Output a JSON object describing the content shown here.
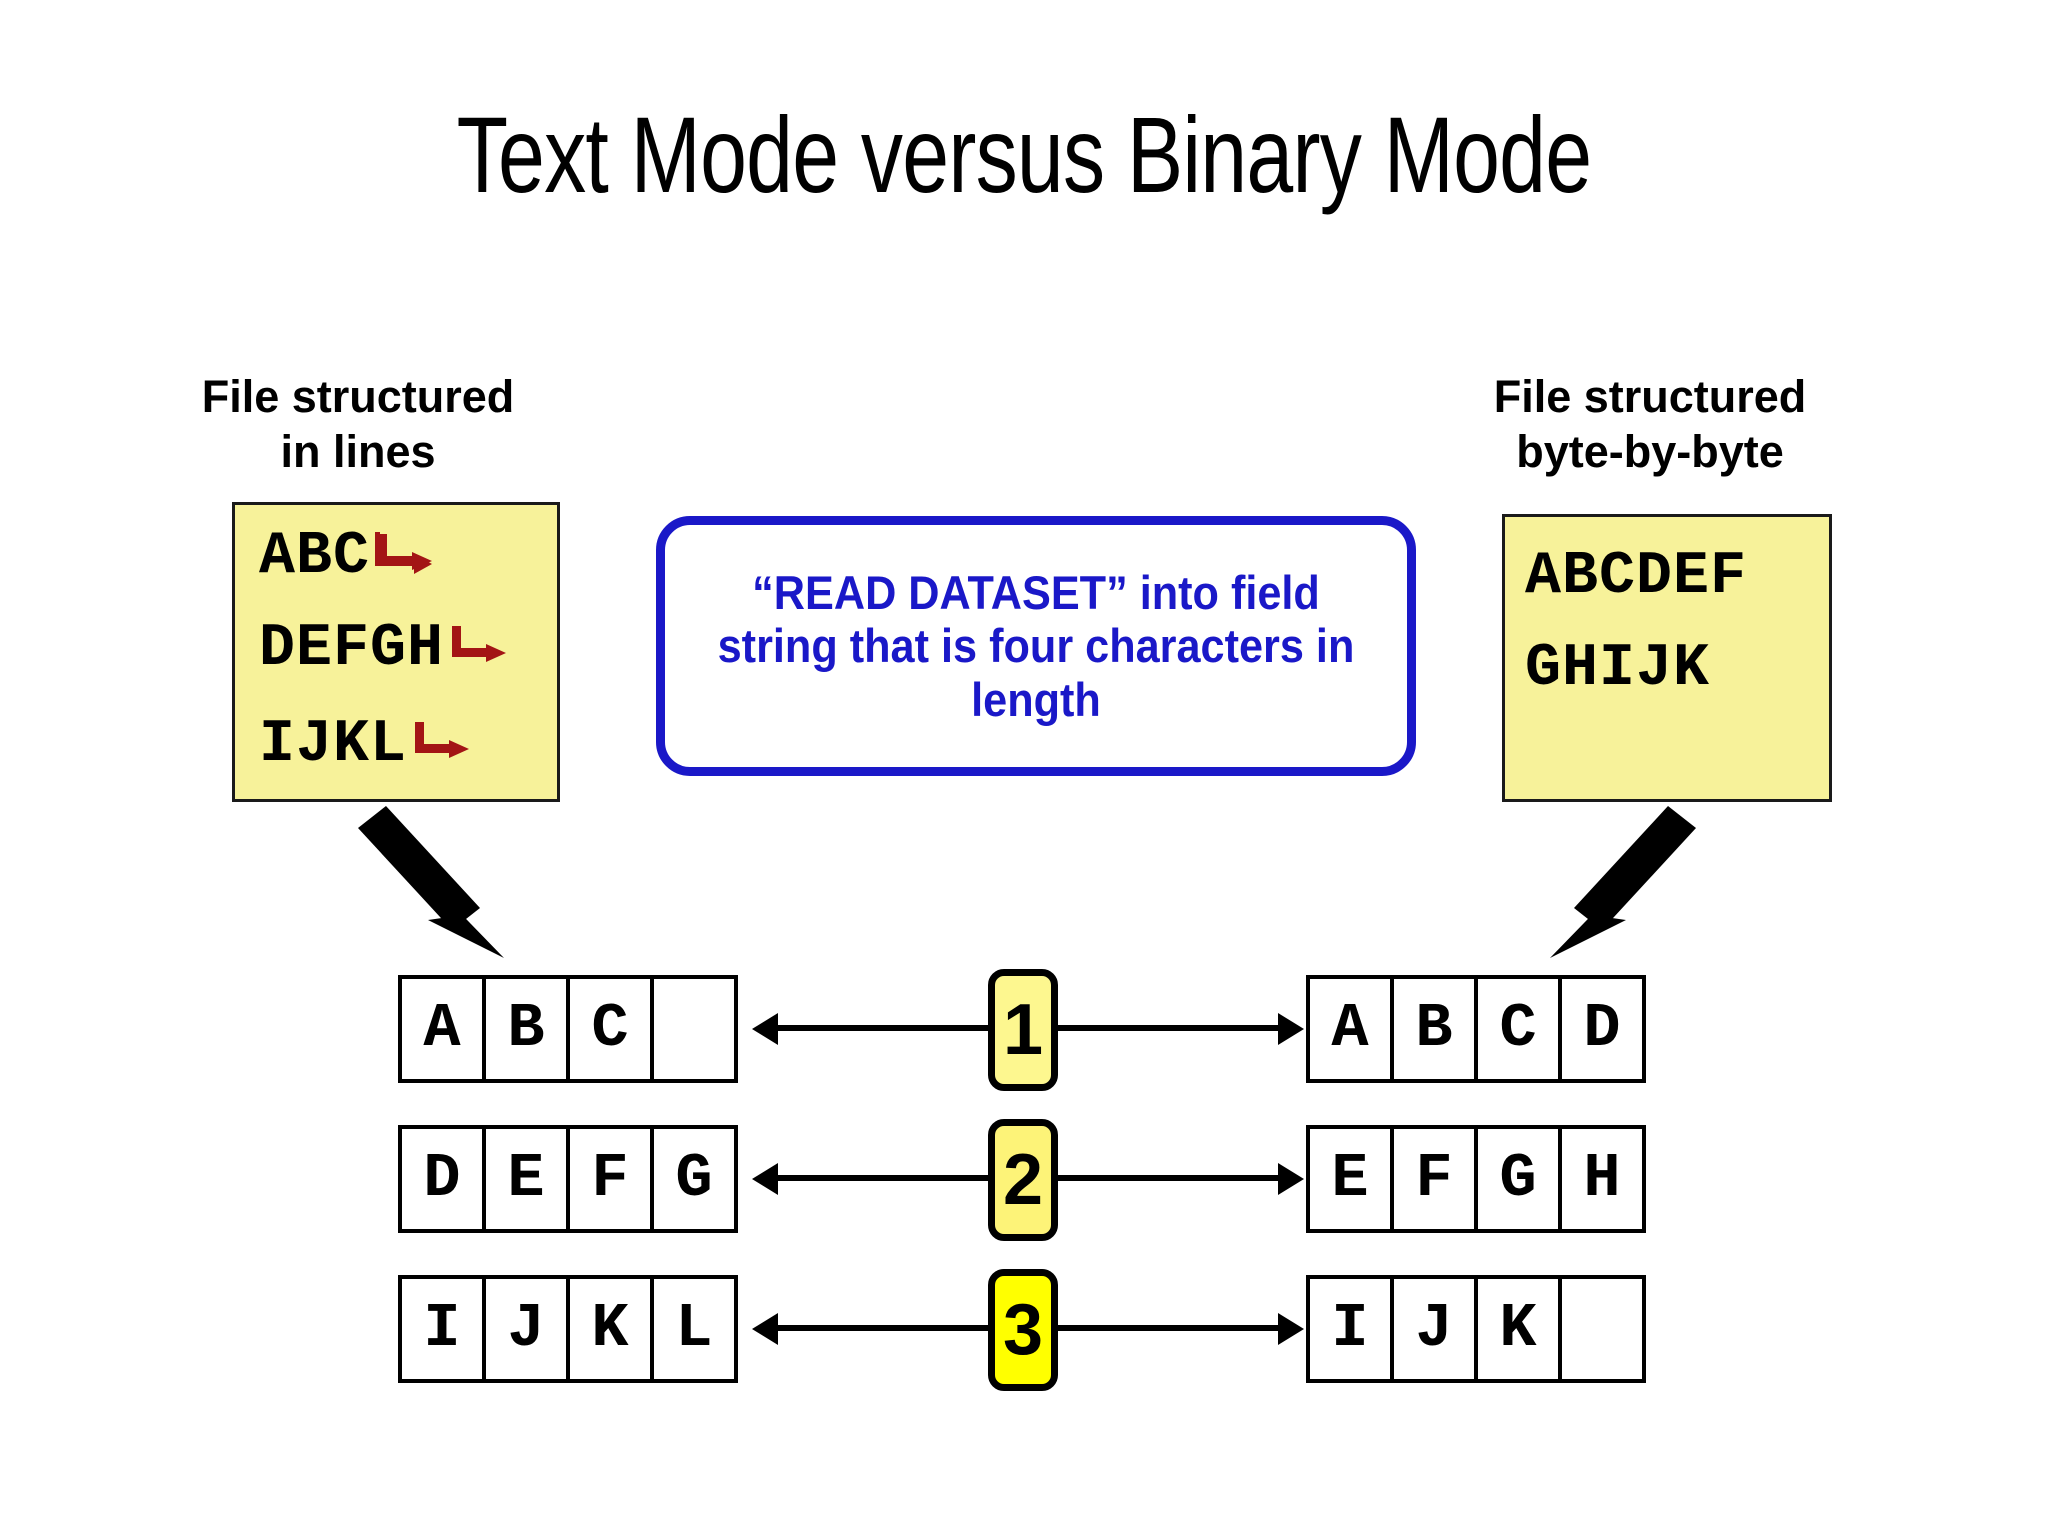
{
  "title": "Text Mode versus Binary Mode",
  "left_panel": {
    "caption": "File structured\nin lines",
    "file_lines": [
      "ABC",
      "DEFGH",
      "IJKL"
    ],
    "newline_symbol_color": "#a31515",
    "box_fill": "#f7f29a"
  },
  "right_panel": {
    "caption": "File structured\nbyte-by-byte",
    "file_lines": [
      "ABCDEF",
      "GHIJK"
    ],
    "box_fill": "#f7f29a"
  },
  "callout": {
    "text": "“READ DATASET” into field string that is four characters in length",
    "color": "#1a18c8"
  },
  "arrows": {
    "left_arrow_name": "down-right-arrow",
    "right_arrow_name": "down-left-arrow",
    "color": "#000000"
  },
  "reads": [
    {
      "step": "1",
      "badge_color": "#fdf78f",
      "left_cells": [
        "A",
        "B",
        "C",
        ""
      ],
      "right_cells": [
        "A",
        "B",
        "C",
        "D"
      ]
    },
    {
      "step": "2",
      "badge_color": "#fdf378",
      "left_cells": [
        "D",
        "E",
        "F",
        "G"
      ],
      "right_cells": [
        "E",
        "F",
        "G",
        "H"
      ]
    },
    {
      "step": "3",
      "badge_color": "#ffff00",
      "left_cells": [
        "I",
        "J",
        "K",
        "L"
      ],
      "right_cells": [
        "I",
        "J",
        "K",
        ""
      ]
    }
  ]
}
